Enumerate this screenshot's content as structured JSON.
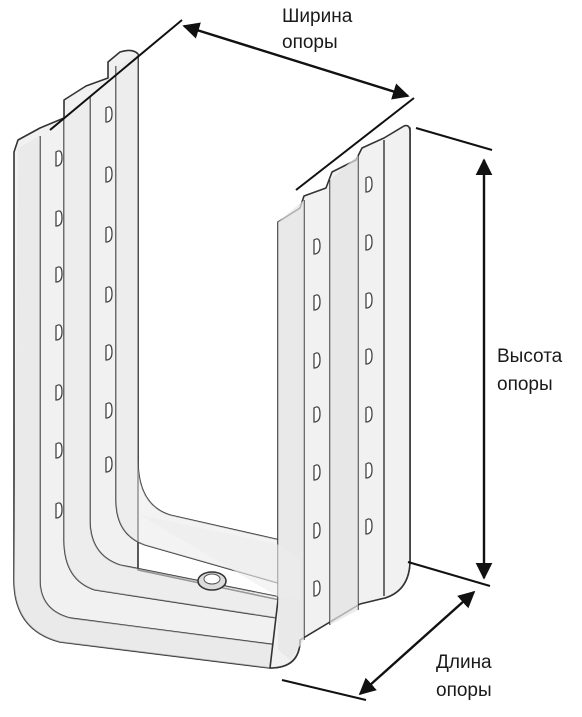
{
  "dimensions": {
    "width": {
      "line1": "Ширина",
      "line2": "опоры"
    },
    "height": {
      "line1": "Высота",
      "line2": "опоры"
    },
    "length": {
      "line1": "Длина",
      "line2": "опоры"
    }
  },
  "colors": {
    "metal_light": "#f1f1f1",
    "metal_mid": "#dcdcdc",
    "outline": "#333333",
    "arrow": "#111111",
    "hole": "#555555"
  }
}
